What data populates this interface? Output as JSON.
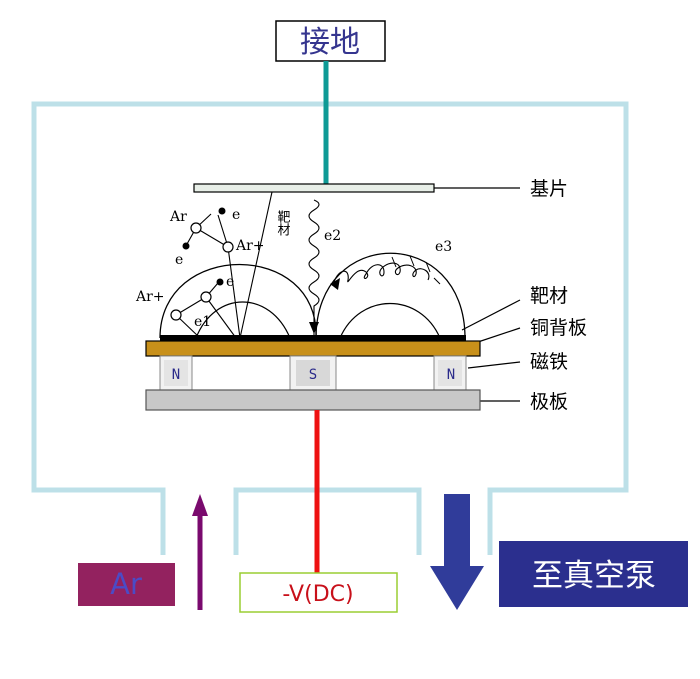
{
  "ground_label": "接地",
  "right_labels": {
    "substrate": "基片",
    "target": "靶材",
    "copper_back_plate": "铜背板",
    "magnet": "磁铁",
    "electrode_plate": "极板"
  },
  "inner_labels": {
    "ar_top": "Ar",
    "e_top_right": "e",
    "e_top_left": "e",
    "ar_plus_mid": "Ar+",
    "target_vertical": "靶材",
    "e2": "e2",
    "e3": "e3",
    "ar_plus_left": "Ar+",
    "e_mid": "e",
    "e1": "e1"
  },
  "magnet_poles": [
    "N",
    "S",
    "N"
  ],
  "bottom": {
    "ar_box": "Ar",
    "dc_box": "-V(DC)",
    "pump_box": "至真空泵"
  },
  "colors": {
    "chamber": "#bde0e8",
    "ground_wire": "#0e9a95",
    "dc_wire": "#ee1111",
    "copper_plate": "#c8901a",
    "electrode": "#c8c8c8",
    "ar_box": "#93225f",
    "ar_arrow": "#7a0a6e",
    "pump_box": "#2b2f8e",
    "pump_arrow": "#303c9a",
    "dc_border": "#9acd32"
  }
}
